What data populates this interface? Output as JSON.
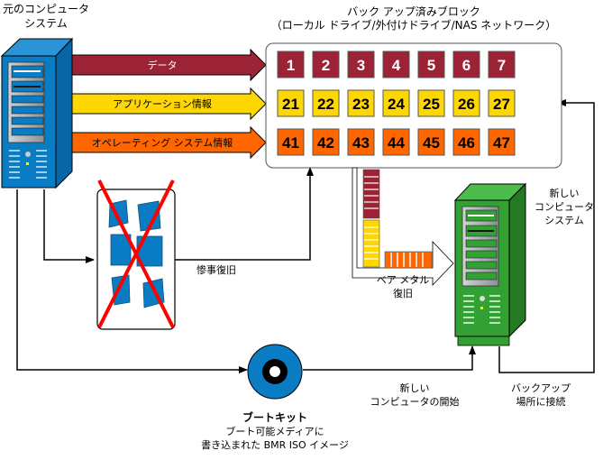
{
  "source_system": {
    "title_line1": "元のコンピュータ",
    "title_line2": "システム"
  },
  "arrows": [
    {
      "label": "データ",
      "color": "#9b2335",
      "text_color": "#ffffff"
    },
    {
      "label": "アプリケーション情報",
      "color": "#ffd700",
      "text_color": "#000000"
    },
    {
      "label": "オペレーティング システム情報",
      "color": "#ff6600",
      "text_color": "#000000"
    }
  ],
  "backup_store": {
    "title_line1": "バック アップ済みブロック",
    "title_line2": "（ローカル ドライブ/外付けドライブ/NAS ネットワーク）",
    "rows": [
      {
        "color": "#9b2335",
        "text_color": "#ffffff",
        "blocks": [
          "1",
          "2",
          "3",
          "4",
          "5",
          "6",
          "7"
        ]
      },
      {
        "color": "#ffd700",
        "text_color": "#000000",
        "blocks": [
          "21",
          "22",
          "23",
          "24",
          "25",
          "26",
          "27"
        ]
      },
      {
        "color": "#ff6600",
        "text_color": "#000000",
        "blocks": [
          "41",
          "42",
          "43",
          "44",
          "45",
          "46",
          "47"
        ]
      }
    ]
  },
  "disaster": {
    "label": "惨事復旧",
    "cross_color": "#ff0000"
  },
  "bmr": {
    "label_line1": "ベア メタル",
    "label_line2": "復旧"
  },
  "new_system": {
    "title_line1": "新しい",
    "title_line2": "コンピュータ",
    "title_line3": "システム",
    "color": "#33a033"
  },
  "boot_kit": {
    "title": "ブートキット",
    "desc_line1": "ブート可能メディアに",
    "desc_line2": "書き込まれた BMR ISO イメージ",
    "color": "#0a7cc4"
  },
  "start_new": {
    "line1": "新しい",
    "line2": "コンピュータの開始"
  },
  "connect_backup": {
    "line1": "バックアップ",
    "line2": "場所に接続"
  },
  "colors": {
    "server_blue": "#0a7cc4",
    "server_green": "#33a033"
  }
}
